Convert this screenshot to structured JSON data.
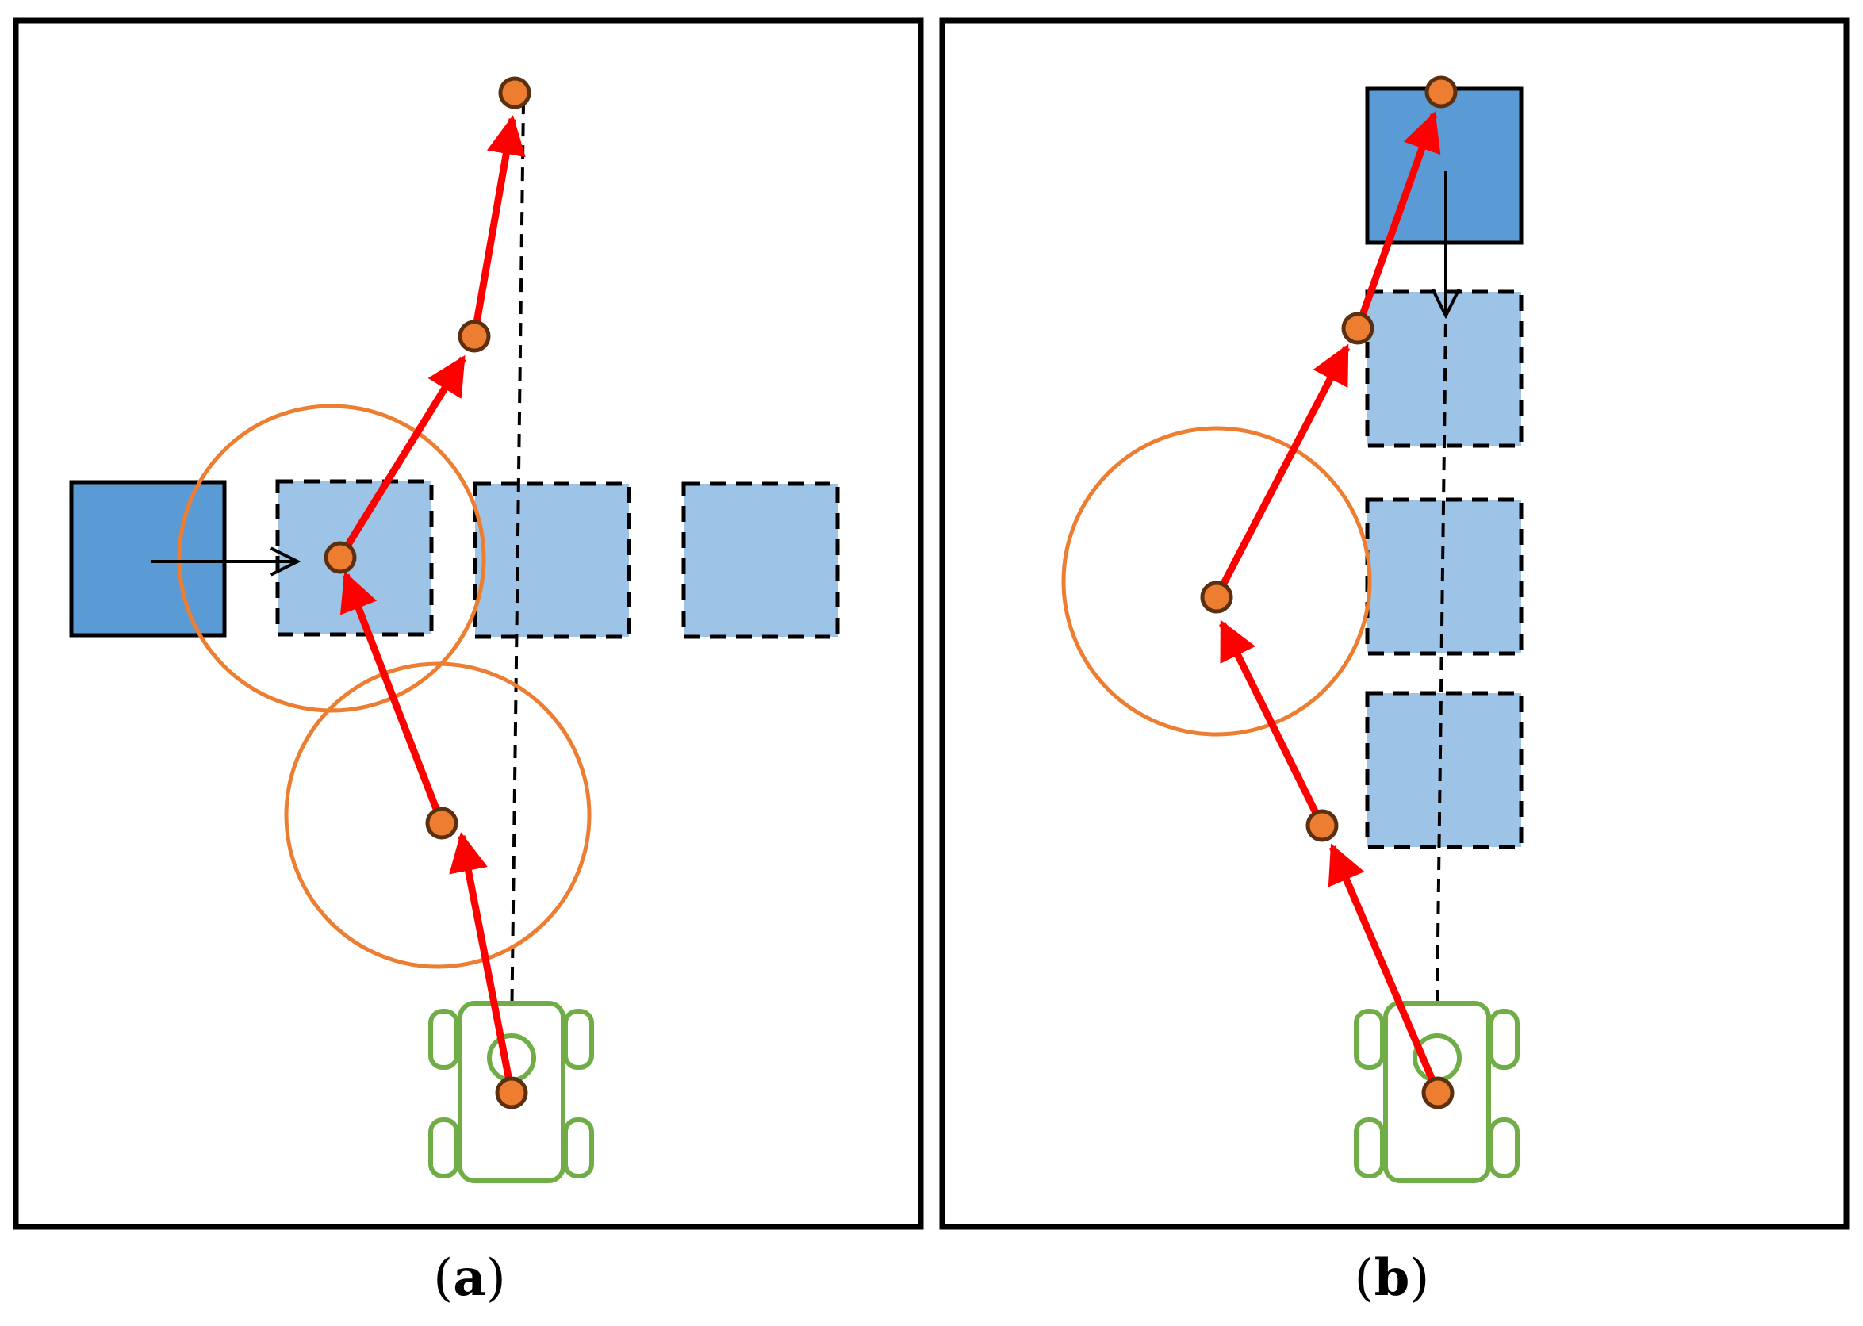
{
  "colors": {
    "frame": "#000000",
    "obstacle_fill": "#5b9bd5",
    "predicted_fill": "#9dc3e6",
    "path": "#ff0000",
    "waypoint_fill": "#ed7d31",
    "waypoint_stroke": "#5a3010",
    "range_circle": "#ed7d31",
    "robot": "#70ad47",
    "motion_arrow": "#000000",
    "background": "#ffffff"
  },
  "panels": [
    {
      "id": "a",
      "caption_open": "(",
      "caption_letter": "a",
      "caption_close": ")",
      "obstacle_motion": "horizontal",
      "predicted_obstacle_count": 3,
      "range_circle_count": 2,
      "waypoint_count": 5
    },
    {
      "id": "b",
      "caption_open": "(",
      "caption_letter": "b",
      "caption_close": ")",
      "obstacle_motion": "vertical",
      "predicted_obstacle_count": 3,
      "range_circle_count": 1,
      "waypoint_count": 5
    }
  ],
  "icons": {
    "robot": "robot-vehicle-icon",
    "waypoint": "waypoint-icon",
    "obstacle": "obstacle-square-icon"
  }
}
